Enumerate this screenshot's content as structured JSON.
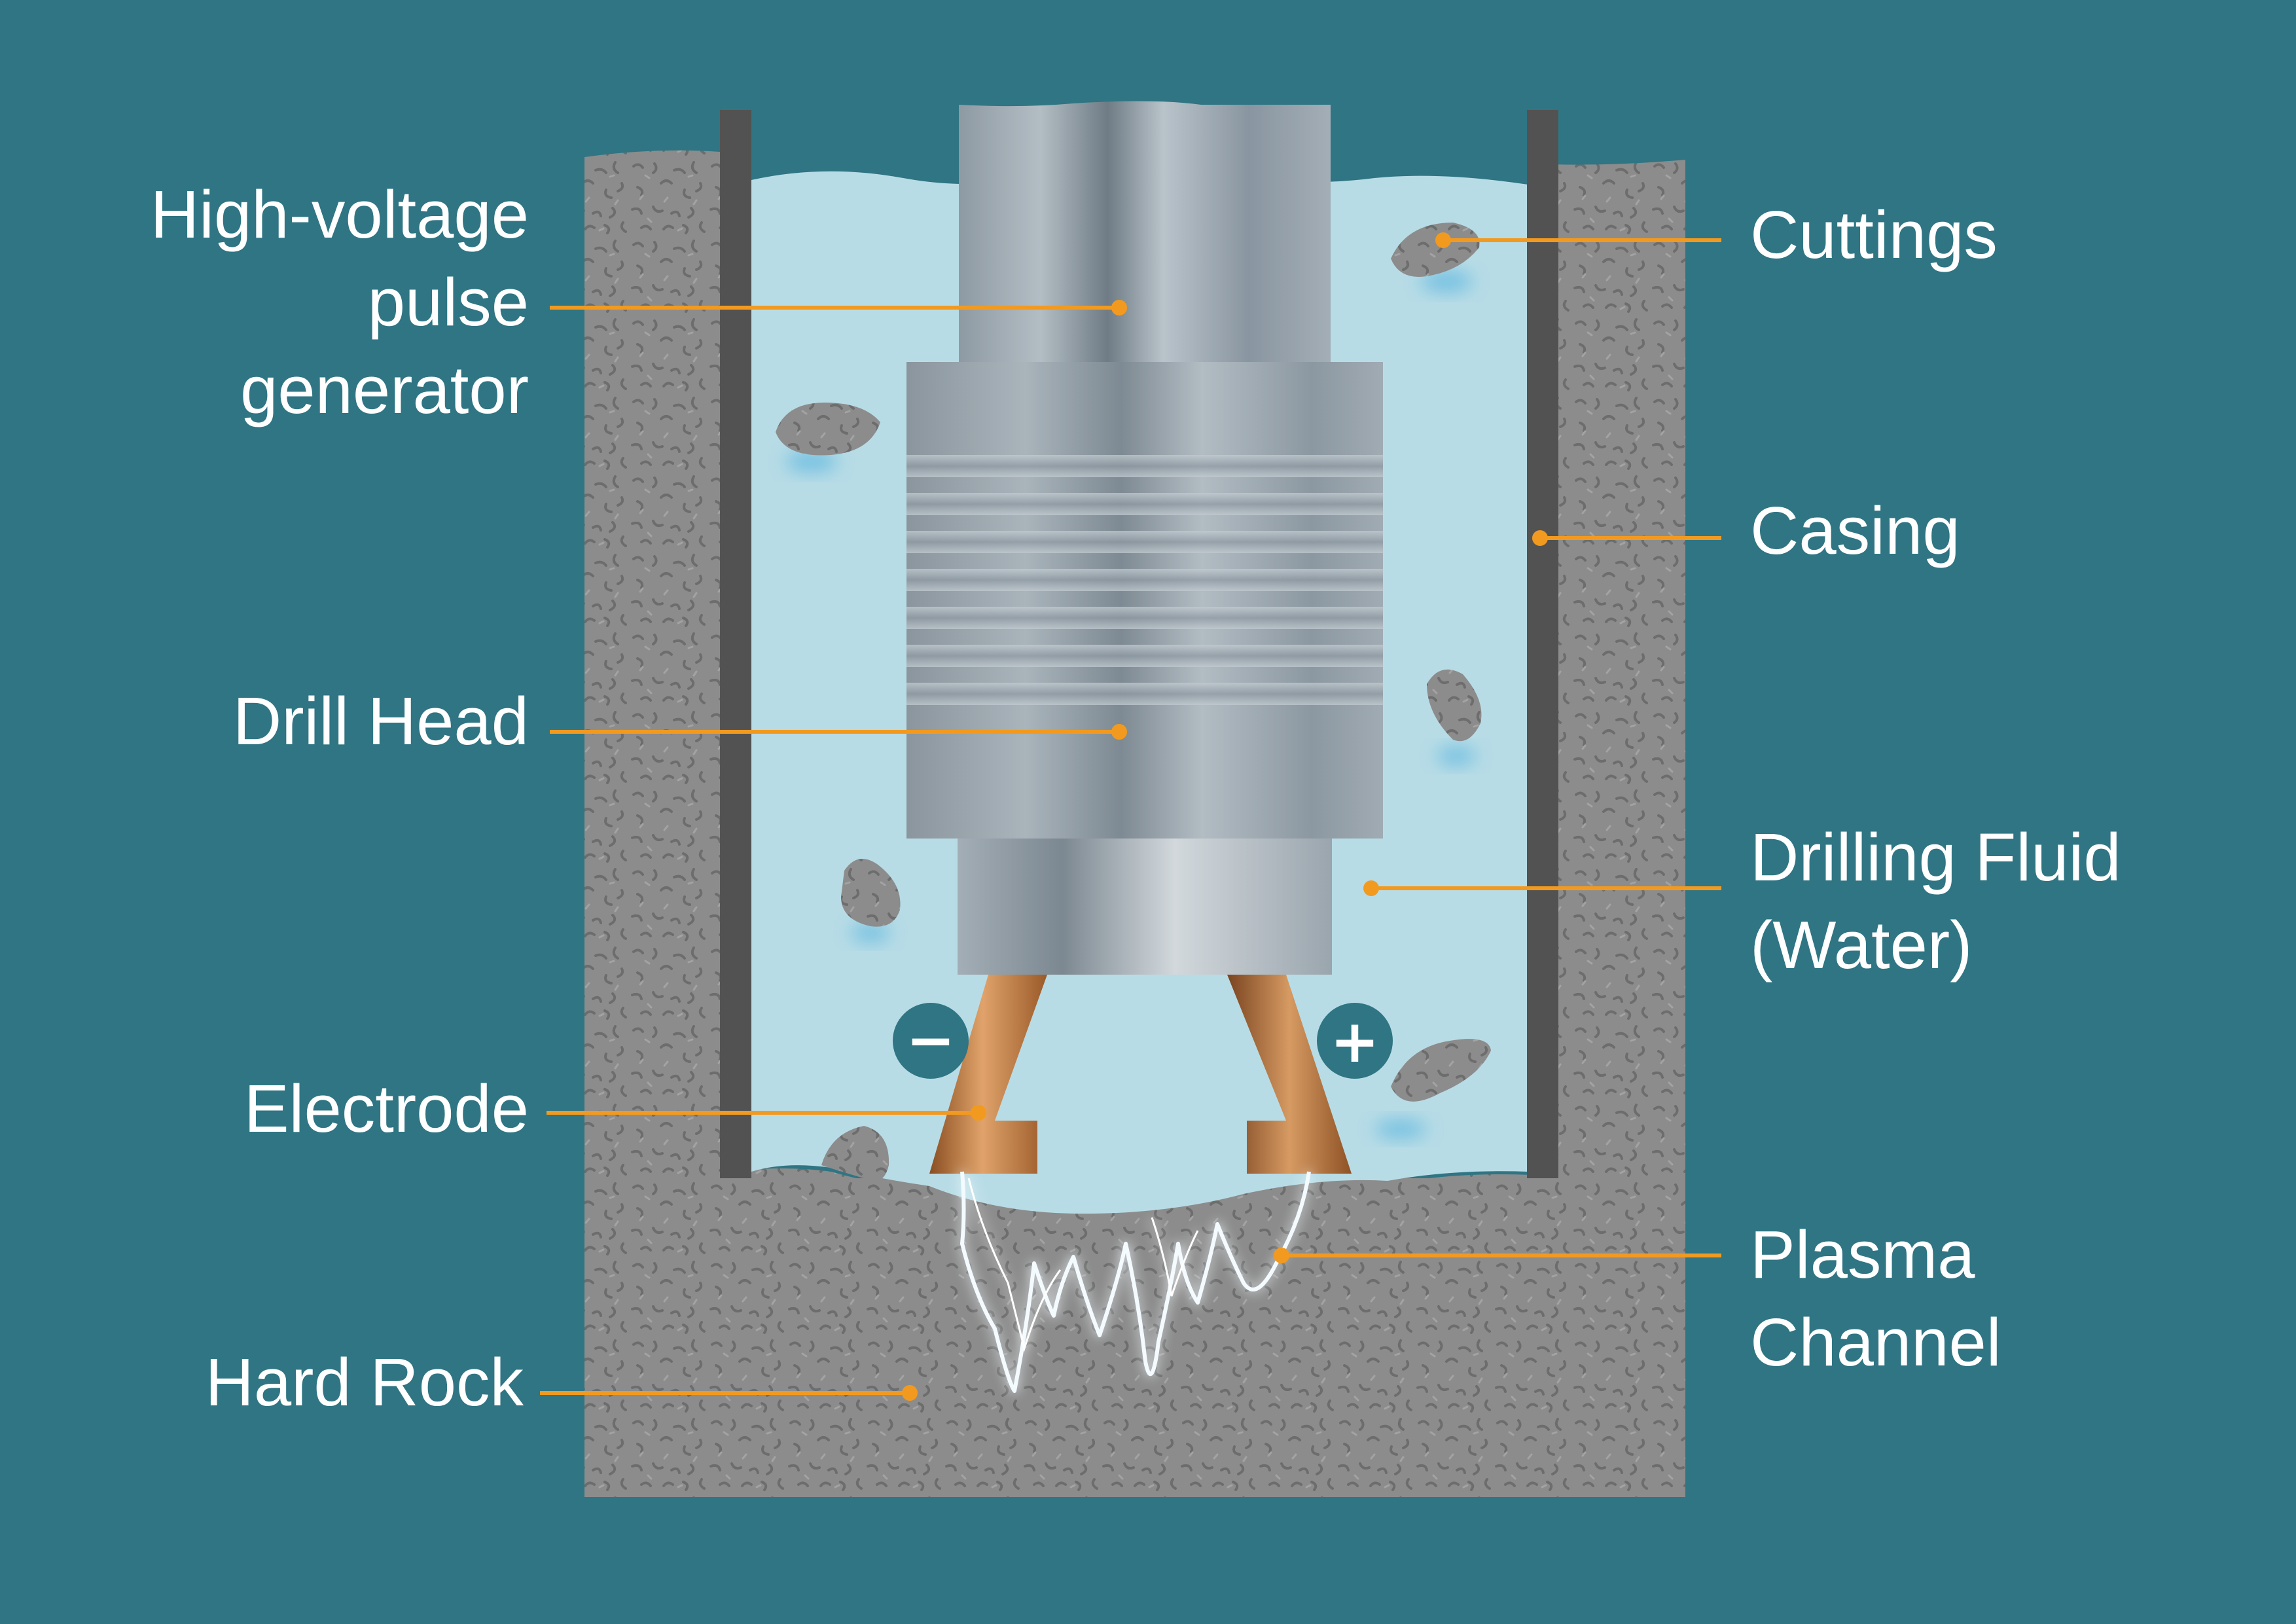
{
  "colors": {
    "background": "#2f7583",
    "rock": "#8c8c8c",
    "rock_speckle": "#6f6f6f",
    "fluid": "#b8dce6",
    "casing": "#525252",
    "drill_metal": "#9aa5ad",
    "electrode_copper": "#b8743a",
    "leader_line": "#f29a1f",
    "plasma": "#f4fbff",
    "sign_circle": "#2f7583",
    "label_text": "#ffffff"
  },
  "labels": {
    "pulse_generator": "High-voltage\npulse\ngenerator",
    "drill_head": "Drill Head",
    "electrode": "Electrode",
    "hard_rock": "Hard Rock",
    "cuttings": "Cuttings",
    "casing": "Casing",
    "drilling_fluid": "Drilling Fluid\n(Water)",
    "plasma_channel": "Plasma\nChannel"
  },
  "electrode_signs": {
    "negative": "−",
    "positive": "+"
  },
  "icons": {
    "negative_terminal": "minus-circle-icon",
    "positive_terminal": "plus-circle-icon"
  }
}
